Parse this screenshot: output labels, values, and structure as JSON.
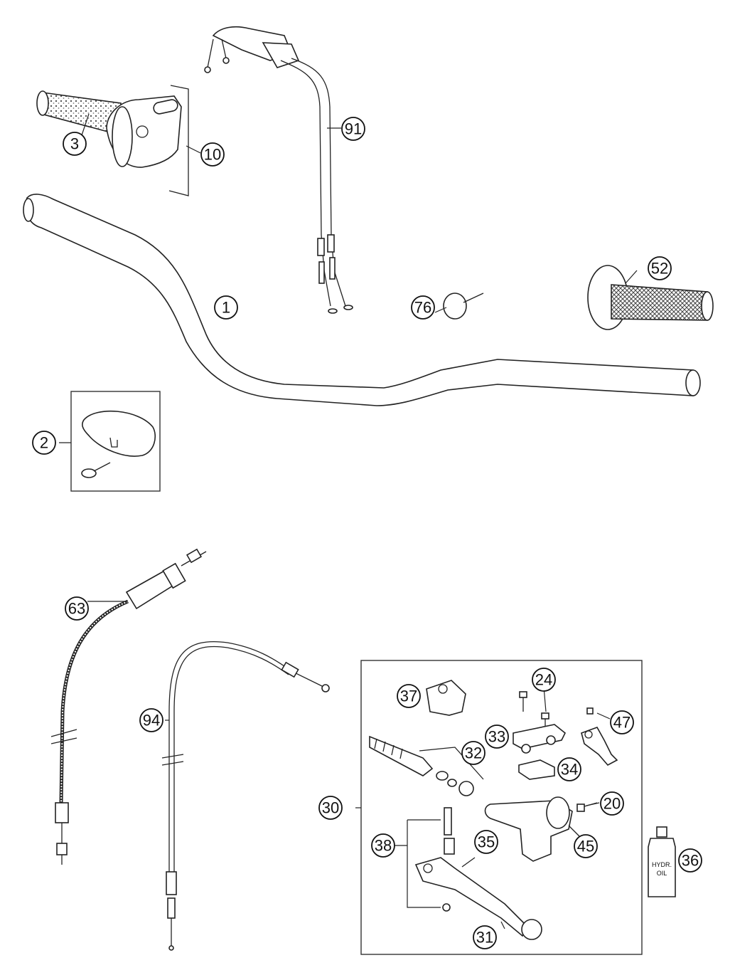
{
  "title": "",
  "callouts": {
    "c1": "1",
    "c2": "2",
    "c3": "3",
    "c10": "10",
    "c20": "20",
    "c24": "24",
    "c30": "30",
    "c31": "31",
    "c32": "32",
    "c33": "33",
    "c34": "34",
    "c35": "35",
    "c36": "36",
    "c37": "37",
    "c38": "38",
    "c45": "45",
    "c47": "47",
    "c52": "52",
    "c63": "63",
    "c76": "76",
    "c91": "91",
    "c94": "94"
  },
  "labels": {
    "oil_bottle_line1": "HYDR.",
    "oil_bottle_line2": "OIL"
  }
}
